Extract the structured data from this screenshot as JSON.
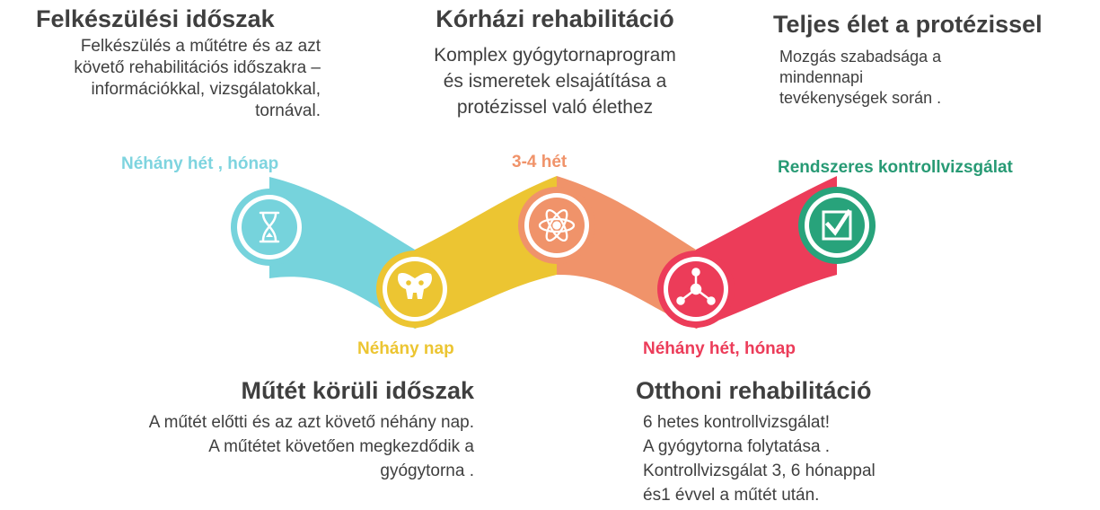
{
  "colors": {
    "stage1": "#76d3dc",
    "stage2": "#ecc532",
    "stage3": "#f0936a",
    "stage4": "#ec3c59",
    "stage5": "#28a37b",
    "duration1": "#7ed4df",
    "duration2": "#ecc532",
    "duration3": "#f0936a",
    "duration4": "#ec3c59",
    "duration5": "#279a74"
  },
  "stages": [
    {
      "title": "Felkészülési időszak",
      "lines": [
        "Felkészülés a műtétre és az azt",
        "követő rehabilitációs időszakra  –",
        "információkkal, vizsgálatokkal,",
        "tornával."
      ],
      "duration": "Néhány hét , hónap",
      "icon": "hourglass-icon"
    },
    {
      "title": "Műtét körüli időszak",
      "lines": [
        "A műtét előtti és az azt követő néhány nap.",
        "A műtétet követően megkezdődik a",
        "gyógytorna ."
      ],
      "duration": "Néhány nap",
      "icon": "pelvis-icon"
    },
    {
      "title": "Kórházi rehabilitáció",
      "lines": [
        "Komplex gyógytornaprogram",
        "és ismeretek elsajátítása a",
        "protézissel való élethez"
      ],
      "duration": "3-4 hét",
      "icon": "atom-icon"
    },
    {
      "title": "Otthoni rehabilitáció",
      "lines": [
        "6 hetes kontrollvizsgálat!",
        "A gyógytorna folytatása .",
        "Kontrollvizsgálat  3, 6 hónappal",
        "és1 évvel a műtét után."
      ],
      "duration": "Néhány hét, hónap",
      "icon": "network-icon"
    },
    {
      "title": "Teljes élet a protézissel",
      "lines": [
        "Mozgás szabadsága a",
        "mindennapi",
        "tevékenységek során ."
      ],
      "duration": "Rendszeres kontrollvizsgálat",
      "icon": "checkbox-icon"
    }
  ]
}
